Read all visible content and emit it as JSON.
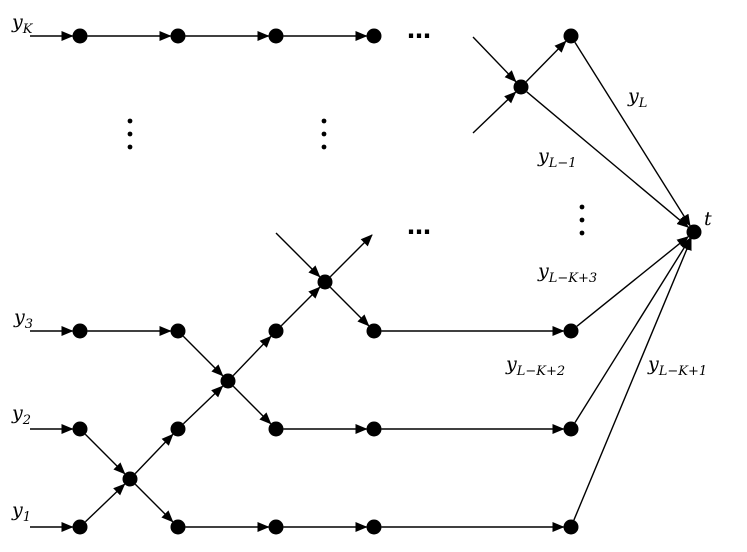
{
  "labels": {
    "yK": {
      "main": "y",
      "sub": "K"
    },
    "yL": {
      "main": "y",
      "sub": "L"
    },
    "yL1": {
      "main": "y",
      "sub": "L−1"
    },
    "yLK3": {
      "main": "y",
      "sub": "L−K+3"
    },
    "yLK2": {
      "main": "y",
      "sub": "L−K+2"
    },
    "yLK1": {
      "main": "y",
      "sub": "L−K+1"
    },
    "y3": {
      "main": "y",
      "sub": "3"
    },
    "y2": {
      "main": "y",
      "sub": "2"
    },
    "y1": {
      "main": "y",
      "sub": "1"
    },
    "t": {
      "main": "t",
      "sub": ""
    }
  },
  "ellipsis": {
    "horizontal": "⋯",
    "vertical": "⋮"
  },
  "colors": {
    "ink": "#000000",
    "background": "#ffffff"
  }
}
